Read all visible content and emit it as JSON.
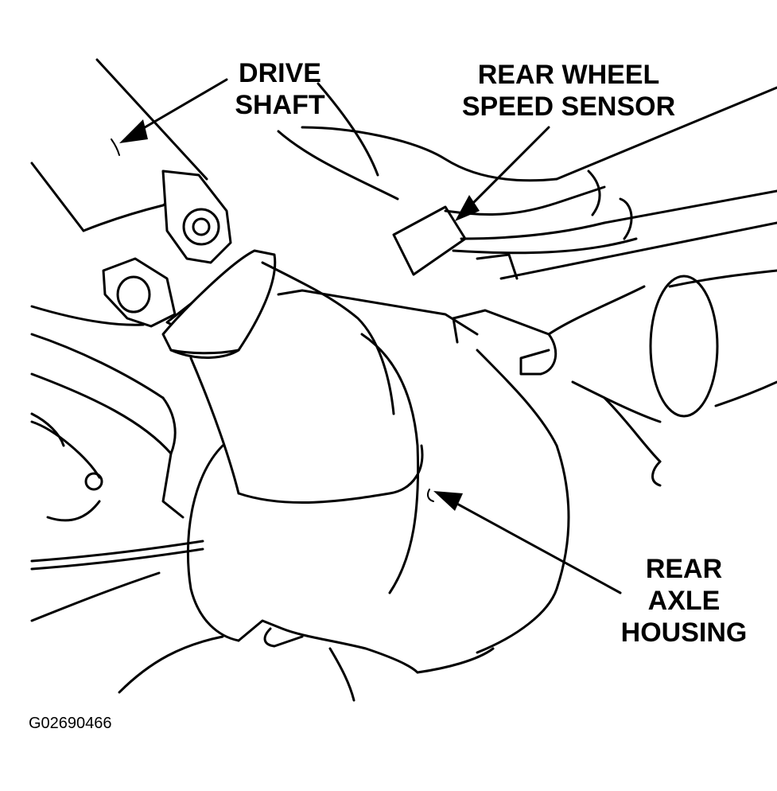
{
  "labels": {
    "drive_shaft": [
      "DRIVE",
      "SHAFT"
    ],
    "rear_wheel_speed_sensor": [
      "REAR WHEEL",
      "SPEED SENSOR"
    ],
    "rear_axle_housing": [
      "REAR",
      "AXLE",
      "HOUSING"
    ]
  },
  "figure_id": "G02690466",
  "colors": {
    "ink": "#000000",
    "paper": "#ffffff"
  }
}
